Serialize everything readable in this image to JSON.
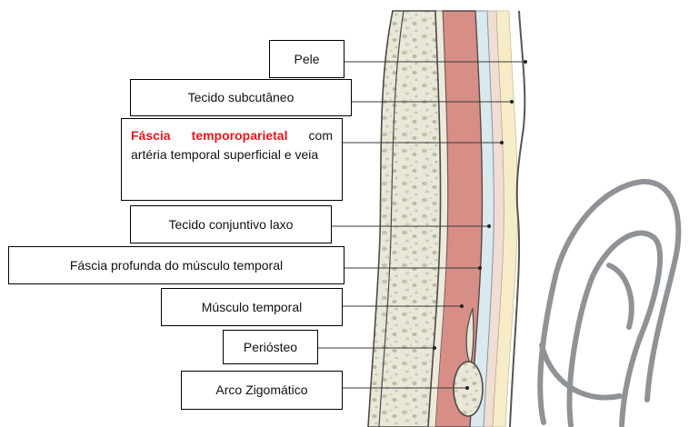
{
  "figure": {
    "labels": {
      "pele": "Pele",
      "subcutaneo": "Tecido subcutâneo",
      "fascia_tp_title": "Fáscia temporoparietal",
      "fascia_tp_rest": " com artéria temporal superficial e veia",
      "conjuntivo": "Tecido conjuntivo laxo",
      "fascia_profunda": "Fáscia profunda do músculo temporal",
      "musculo": "Músculo temporal",
      "periosteo": "Periósteo",
      "zigomatico": "Arco Zigomático"
    },
    "colors": {
      "fascia_temporoparietal_label": "#e8141c",
      "bone": "#e9e7d8",
      "bone_outline": "#4b4b48",
      "muscle": "#d68e86",
      "deep_fascia": "#d9e9ee",
      "loose_connective_tissue": "#f2ddd2",
      "subcutaneous_tissue": "#f6edc8",
      "ear_outline": "#8f9397",
      "leader_line": "#3a3a3a"
    }
  }
}
